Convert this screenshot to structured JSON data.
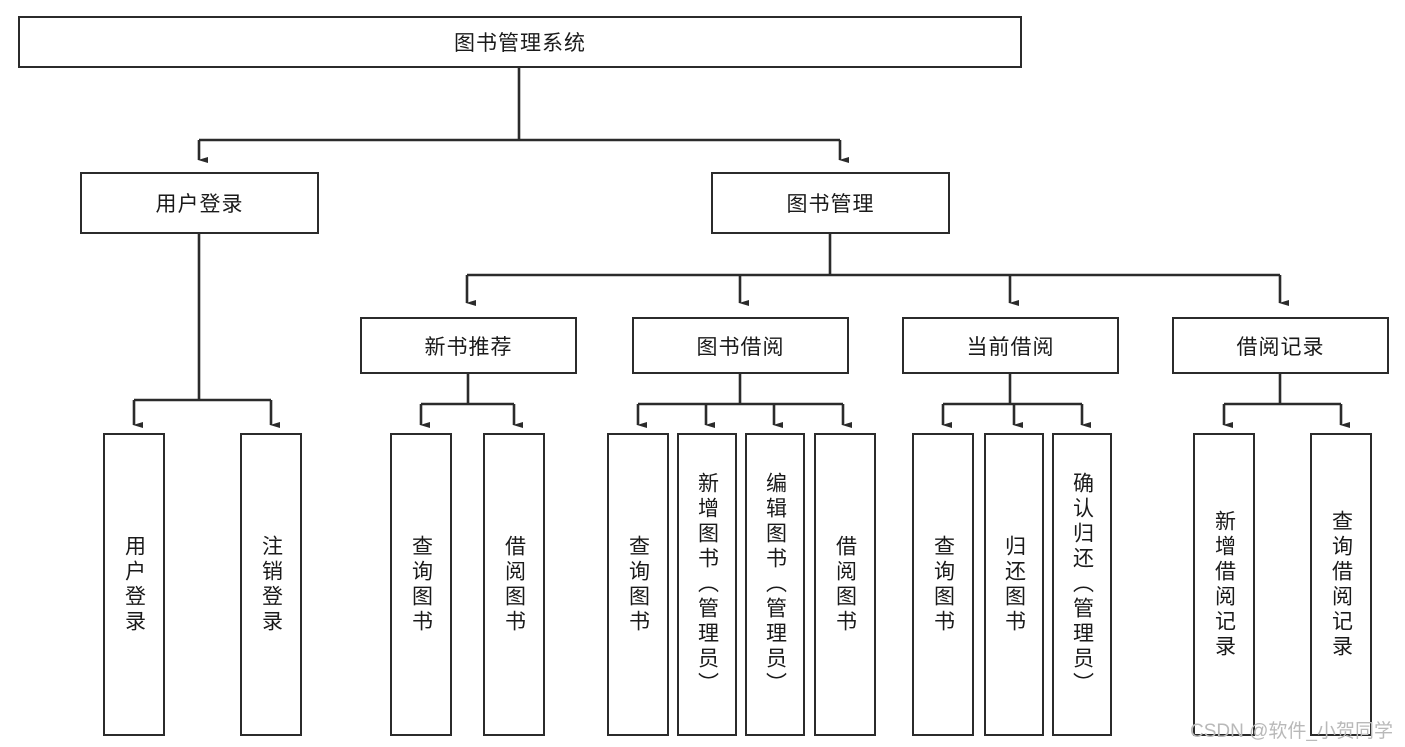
{
  "diagram": {
    "type": "hierarchy-tree",
    "title": "图书管理系统",
    "watermark": "CSDN @软件_小贺同学",
    "colors": {
      "box_border": "#2b2b2b",
      "box_fill": "#ffffff",
      "connector": "#2b2b2b",
      "text": "#1a1a1a",
      "watermark": "#b9b9b9",
      "background": "#ffffff"
    },
    "levels": [
      {
        "level": 1,
        "nodes": [
          {
            "id": "root",
            "label": "图书管理系统",
            "orientation": "horizontal"
          }
        ]
      },
      {
        "level": 2,
        "nodes": [
          {
            "id": "user-login",
            "label": "用户登录",
            "orientation": "horizontal",
            "parent": "root"
          },
          {
            "id": "book-manage",
            "label": "图书管理",
            "orientation": "horizontal",
            "parent": "root"
          }
        ]
      },
      {
        "level": 3,
        "nodes": [
          {
            "id": "new-book-rec",
            "label": "新书推荐",
            "orientation": "horizontal",
            "parent": "book-manage"
          },
          {
            "id": "book-borrow",
            "label": "图书借阅",
            "orientation": "horizontal",
            "parent": "book-manage"
          },
          {
            "id": "current-borrow",
            "label": "当前借阅",
            "orientation": "horizontal",
            "parent": "book-manage"
          },
          {
            "id": "borrow-record",
            "label": "借阅记录",
            "orientation": "horizontal",
            "parent": "book-manage"
          }
        ]
      },
      {
        "level": 4,
        "nodes": [
          {
            "id": "leaf-user-login",
            "label": "用户登录",
            "orientation": "vertical",
            "parent": "user-login"
          },
          {
            "id": "leaf-logout",
            "label": "注销登录",
            "orientation": "vertical",
            "parent": "user-login"
          },
          {
            "id": "leaf-query-book-1",
            "label": "查询图书",
            "orientation": "vertical",
            "parent": "new-book-rec"
          },
          {
            "id": "leaf-borrow-book-1",
            "label": "借阅图书",
            "orientation": "vertical",
            "parent": "new-book-rec"
          },
          {
            "id": "leaf-query-book-2",
            "label": "查询图书",
            "orientation": "vertical",
            "parent": "book-borrow"
          },
          {
            "id": "leaf-add-book",
            "label": "新增图书（管理员）",
            "orientation": "vertical",
            "parent": "book-borrow"
          },
          {
            "id": "leaf-edit-book",
            "label": "编辑图书（管理员）",
            "orientation": "vertical",
            "parent": "book-borrow"
          },
          {
            "id": "leaf-borrow-book-2",
            "label": "借阅图书",
            "orientation": "vertical",
            "parent": "book-borrow"
          },
          {
            "id": "leaf-query-book-3",
            "label": "查询图书",
            "orientation": "vertical",
            "parent": "current-borrow"
          },
          {
            "id": "leaf-return-book",
            "label": "归还图书",
            "orientation": "vertical",
            "parent": "current-borrow"
          },
          {
            "id": "leaf-confirm-return",
            "label": "确认归还（管理员）",
            "orientation": "vertical",
            "parent": "current-borrow"
          },
          {
            "id": "leaf-add-record",
            "label": "新增借阅记录",
            "orientation": "vertical",
            "parent": "borrow-record"
          },
          {
            "id": "leaf-query-record",
            "label": "查询借阅记录",
            "orientation": "vertical",
            "parent": "borrow-record"
          }
        ]
      }
    ]
  }
}
